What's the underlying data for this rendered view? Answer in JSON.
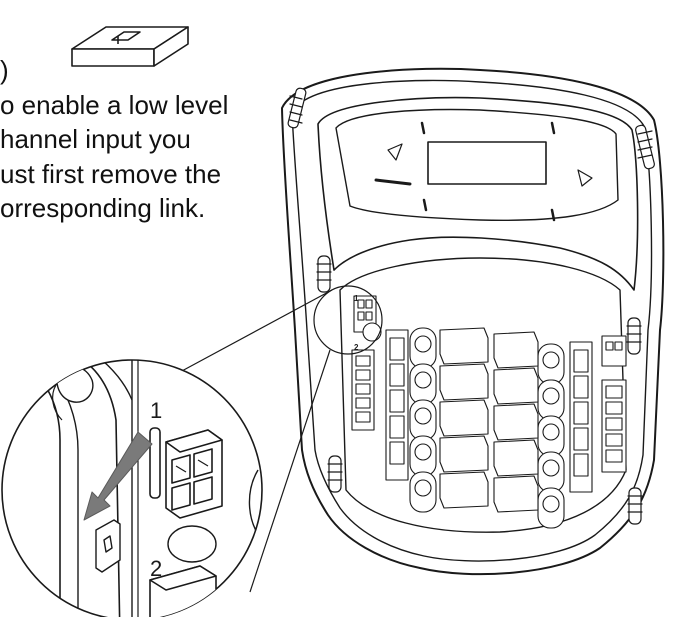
{
  "instruction": {
    "paren": ")",
    "lines": [
      "o enable a low level",
      "hannel input you",
      "ust first remove the",
      "orresponding link."
    ]
  },
  "callout_labels": {
    "channel_1": "1",
    "channel_2": "2"
  },
  "board_labels": {
    "left_1": "1",
    "left_2": "2"
  },
  "colors": {
    "line": "#1a1a1a",
    "arrow": "#7a7a7a",
    "background": "#ffffff"
  }
}
